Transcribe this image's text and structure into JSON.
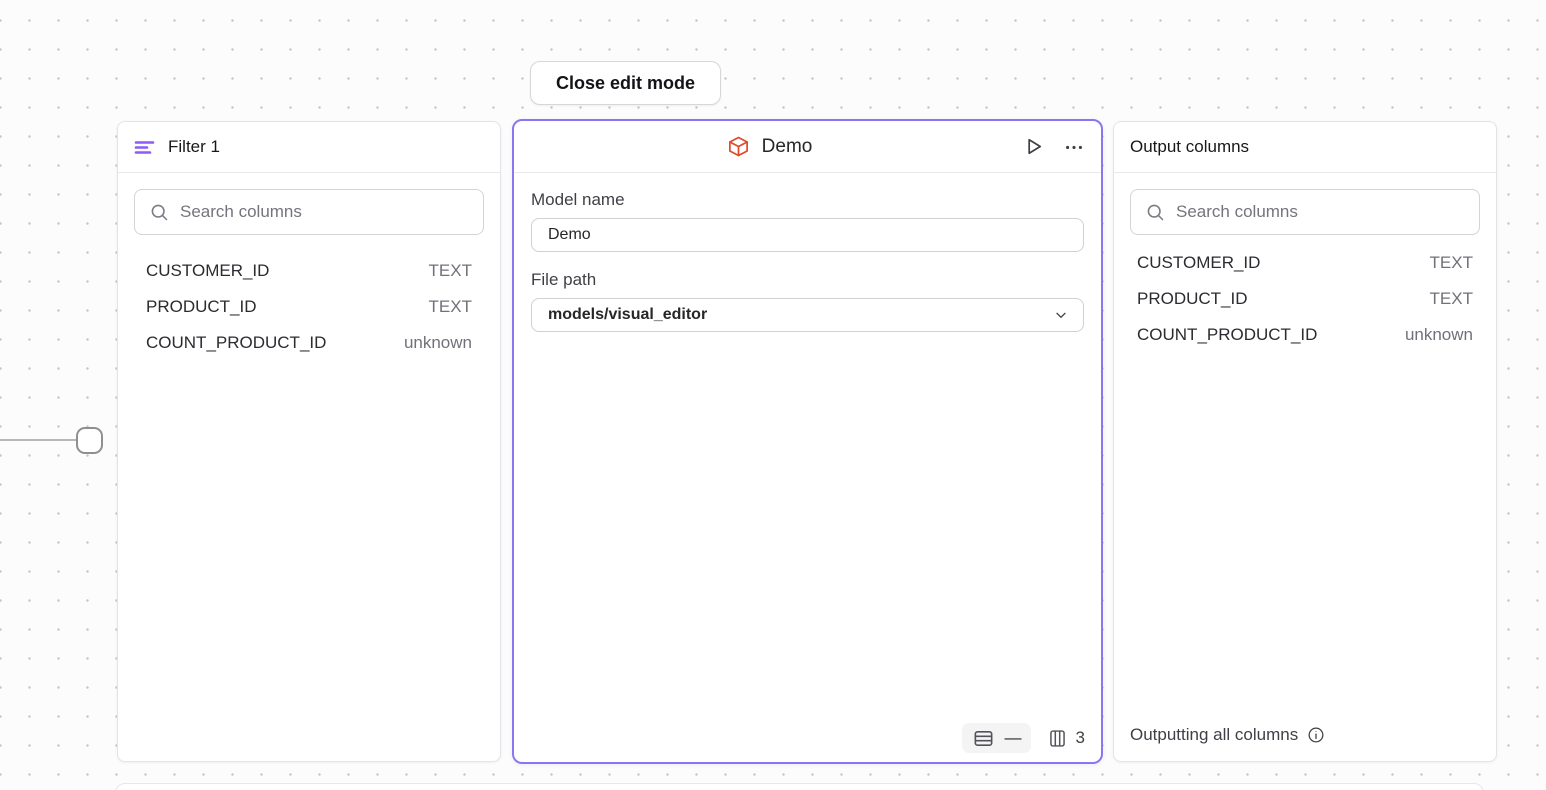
{
  "toolbar": {
    "close_button_label": "Close edit mode"
  },
  "filter_panel": {
    "title": "Filter 1",
    "search_placeholder": "Search columns",
    "columns": [
      {
        "name": "CUSTOMER_ID",
        "type": "TEXT"
      },
      {
        "name": "PRODUCT_ID",
        "type": "TEXT"
      },
      {
        "name": "COUNT_PRODUCT_ID",
        "type": "unknown"
      }
    ]
  },
  "model_panel": {
    "title": "Demo",
    "model_name_label": "Model name",
    "model_name_value": "Demo",
    "file_path_label": "File path",
    "file_path_value": "models/visual_editor",
    "row_count": "—",
    "column_count": "3"
  },
  "output_panel": {
    "title": "Output columns",
    "search_placeholder": "Search columns",
    "columns": [
      {
        "name": "CUSTOMER_ID",
        "type": "TEXT"
      },
      {
        "name": "PRODUCT_ID",
        "type": "TEXT"
      },
      {
        "name": "COUNT_PRODUCT_ID",
        "type": "unknown"
      }
    ],
    "footer_text": "Outputting all columns"
  },
  "icons": {
    "filter": "filter-lines-icon",
    "search": "search-icon",
    "model": "cube-icon",
    "run": "play-icon",
    "menu": "ellipsis-icon",
    "rows": "table-rows-icon",
    "columns": "table-columns-icon",
    "dropdown": "chevron-down-icon",
    "info": "info-icon"
  },
  "colors": {
    "accent_purple": "#8b5cf6",
    "selection_border": "#8878ef",
    "model_icon_orange": "#e04a2a",
    "panel_border": "#e4e4e7",
    "text_primary": "#18181b",
    "text_muted": "#71717a"
  }
}
